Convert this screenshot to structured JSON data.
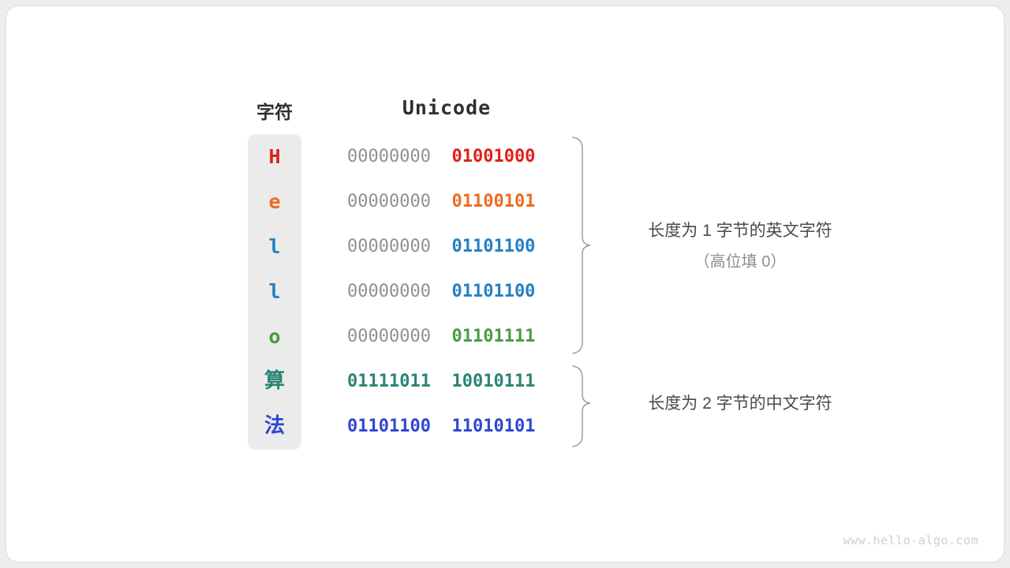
{
  "headers": {
    "character": "字符",
    "unicode": "Unicode"
  },
  "rows": [
    {
      "char": "H",
      "char_color": "#e0201b",
      "high_byte": "00000000",
      "low_byte": "01001000",
      "low_color": "#e0201b",
      "high_strong": false,
      "cjk": false
    },
    {
      "char": "e",
      "char_color": "#ed6b21",
      "high_byte": "00000000",
      "low_byte": "01100101",
      "low_color": "#ed6b21",
      "high_strong": false,
      "cjk": false
    },
    {
      "char": "l",
      "char_color": "#2580c3",
      "high_byte": "00000000",
      "low_byte": "01101100",
      "low_color": "#2580c3",
      "high_strong": false,
      "cjk": false
    },
    {
      "char": "l",
      "char_color": "#2580c3",
      "high_byte": "00000000",
      "low_byte": "01101100",
      "low_color": "#2580c3",
      "high_strong": false,
      "cjk": false
    },
    {
      "char": "o",
      "char_color": "#4a9b42",
      "high_byte": "00000000",
      "low_byte": "01101111",
      "low_color": "#4a9b42",
      "high_strong": false,
      "cjk": false
    },
    {
      "char": "算",
      "char_color": "#2a8476",
      "high_byte": "01111011",
      "low_byte": "10010111",
      "low_color": "#2a8476",
      "high_color": "#2a8476",
      "high_strong": true,
      "cjk": true
    },
    {
      "char": "法",
      "char_color": "#2f46d0",
      "high_byte": "01101100",
      "low_byte": "11010101",
      "low_color": "#2f46d0",
      "high_color": "#2f46d0",
      "high_strong": true,
      "cjk": true
    }
  ],
  "annotations": [
    {
      "text": "长度为 1 字节的英文字符",
      "sub": "（高位填 0）"
    },
    {
      "text": "长度为 2 字节的中文字符",
      "sub": ""
    }
  ],
  "watermark": "www.hello-algo.com",
  "colors": {
    "brace": "#9a9a9a",
    "char_column_bg": "#ebebeb",
    "high_byte_gray": "#909090",
    "annotation_text": "#4a4a4a",
    "annotation_sub": "#8d8d8d",
    "card_bg": "#ffffff",
    "page_bg": "#eceded"
  }
}
